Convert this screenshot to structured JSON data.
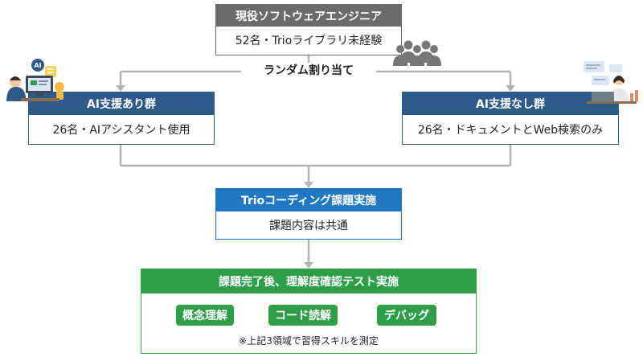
{
  "top": {
    "title": "現役ソフトウェアエンジニア",
    "subtitle": "52名・Trioライブラリ未経験"
  },
  "assign": {
    "label": "ランダム割り当て"
  },
  "group_ai": {
    "title": "AI支援あり群",
    "subtitle": "26名・AIアシスタント使用"
  },
  "group_no_ai": {
    "title": "AI支援なし群",
    "subtitle": "26名・ドキュメントとWeb検索のみ"
  },
  "task": {
    "title": "Trioコーディング課題実施",
    "subtitle": "課題内容は共通"
  },
  "evaluation": {
    "title": "課題完了後、理解度確認テスト実施",
    "skills": [
      "概念理解",
      "コード読解",
      "デバッグ"
    ],
    "note": "※上記3領域で習得スキルを測定"
  },
  "colors": {
    "gray": "#6b6b6b",
    "navy": "#2e5a8a",
    "blue": "#1f78c1",
    "green": "#2e9e49",
    "connector": "#b5b5b5"
  },
  "icons": [
    "people-group-icon",
    "person-with-ai-computer-icon",
    "person-with-laptop-icon"
  ],
  "icon_badge": "AI"
}
